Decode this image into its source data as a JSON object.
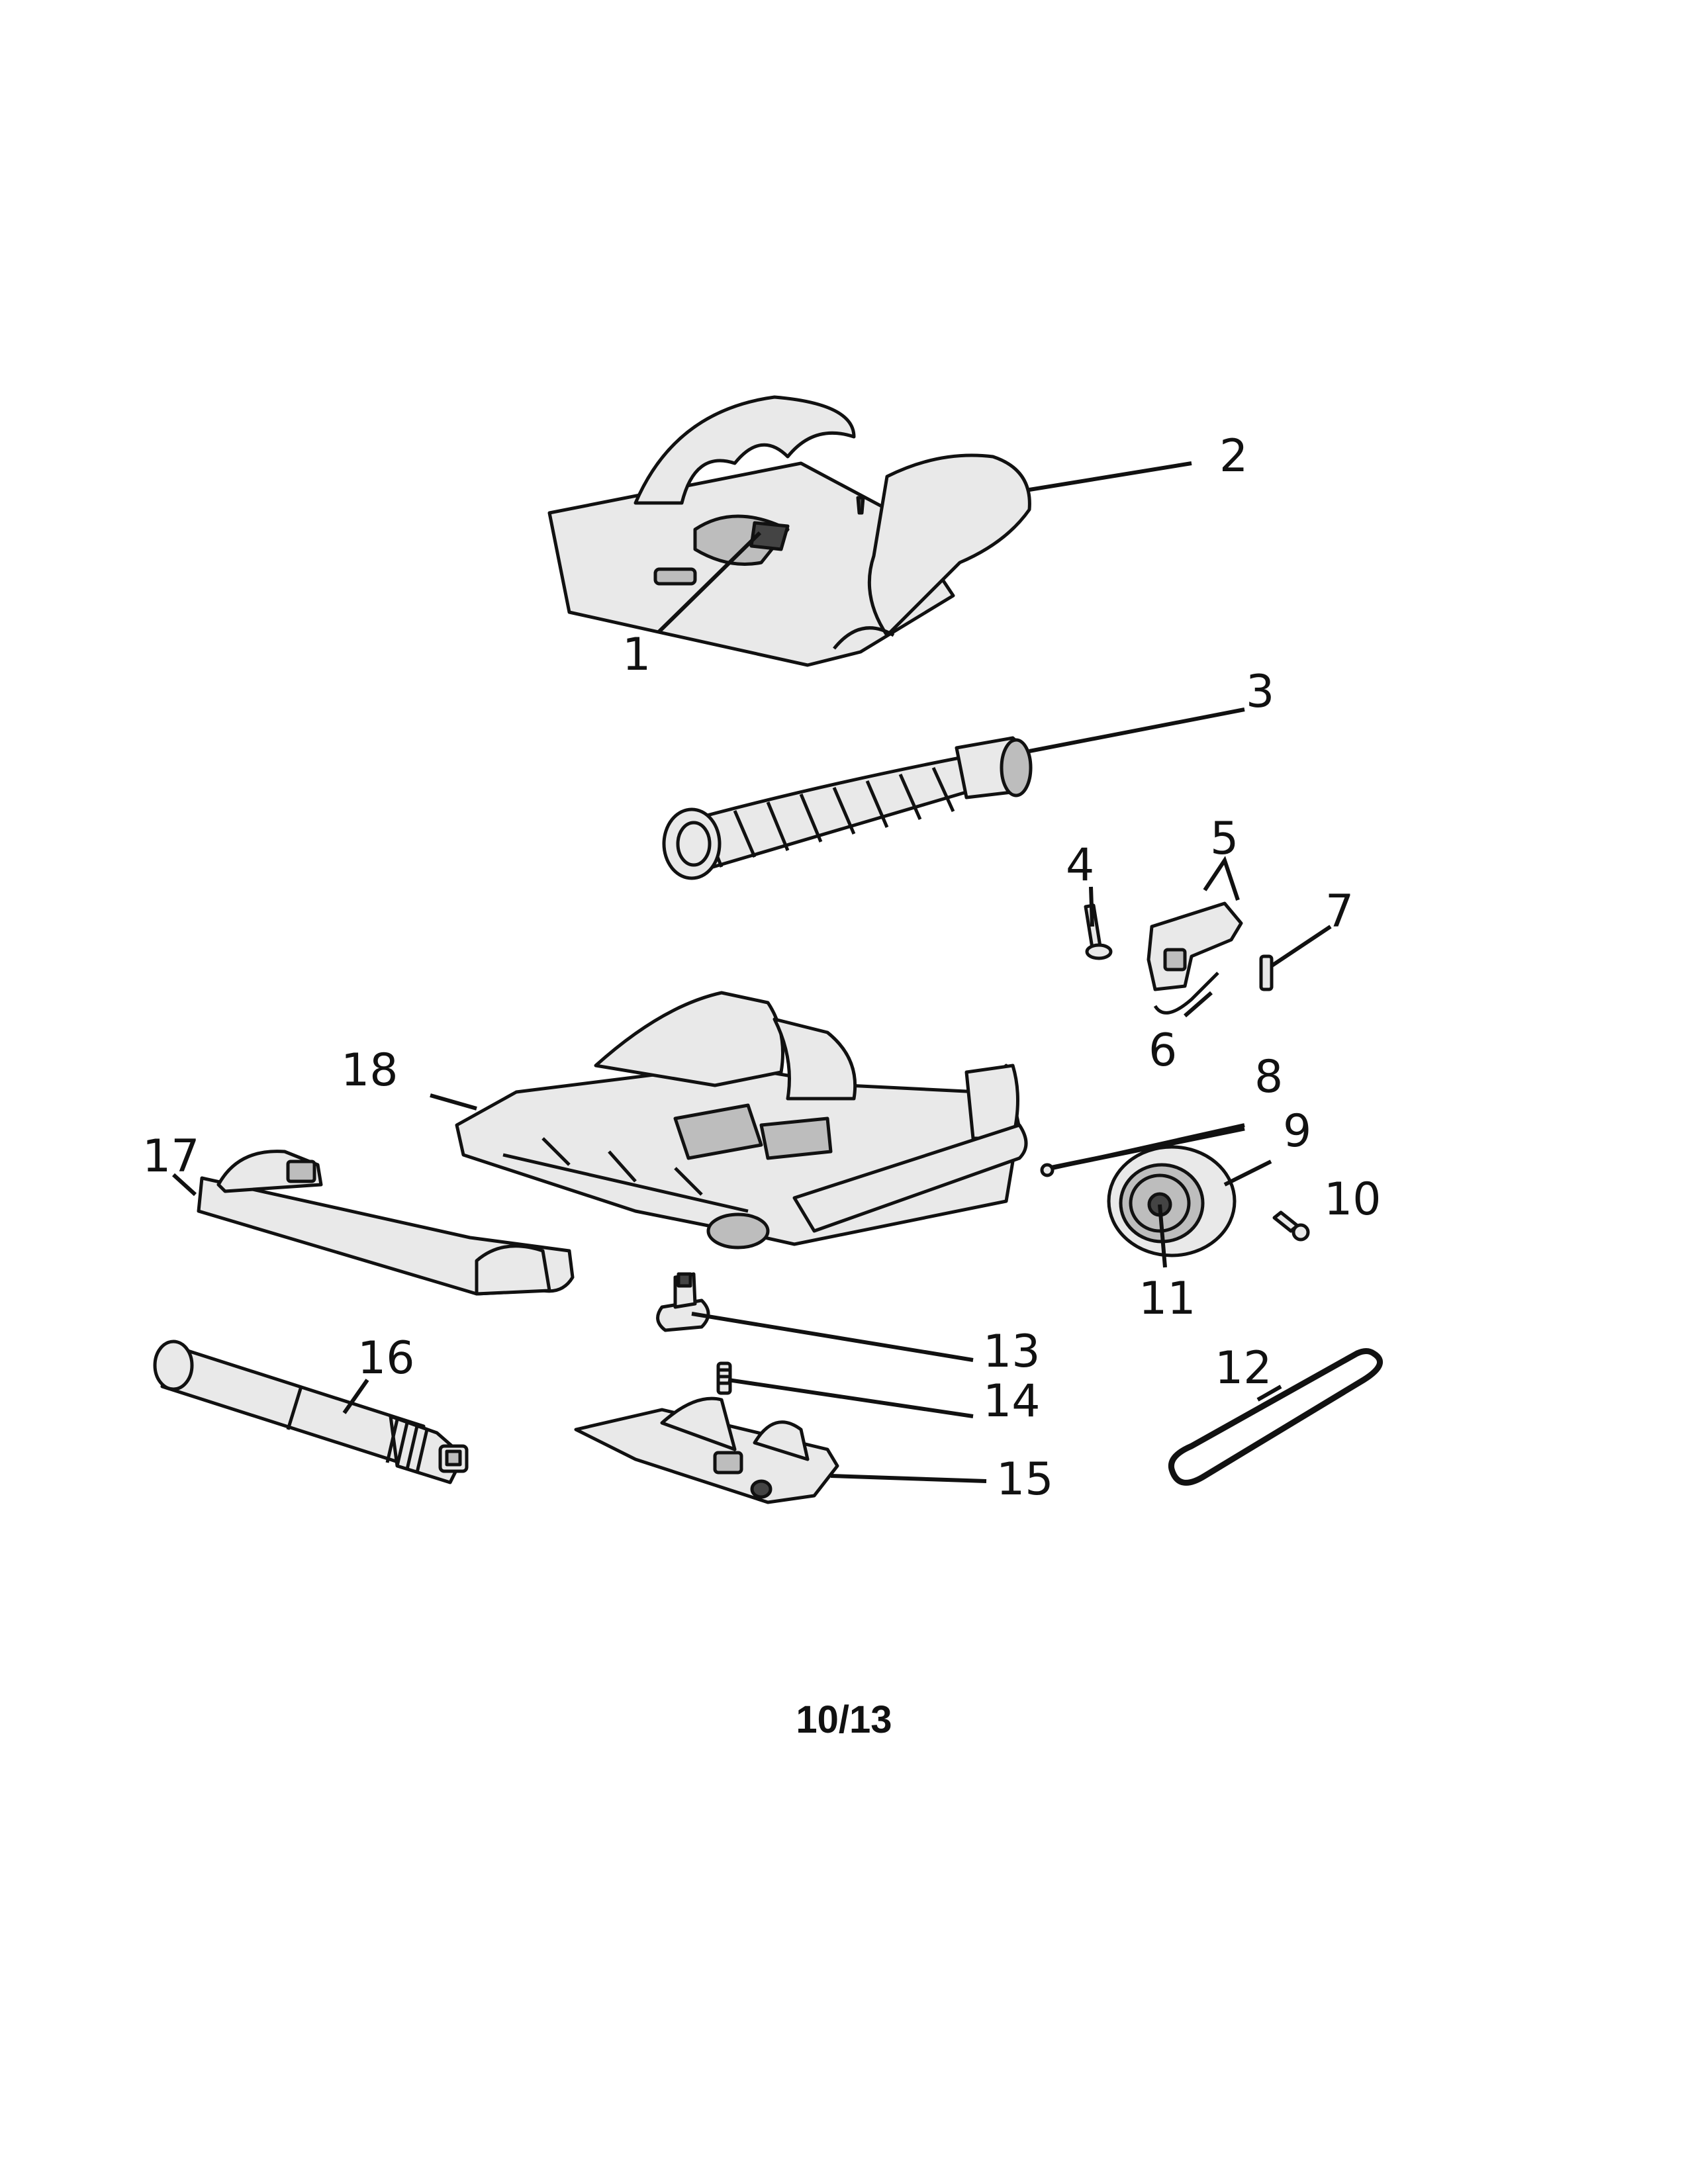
{
  "callouts": [
    "1",
    "2",
    "3",
    "4",
    "5",
    "6",
    "7",
    "8",
    "9",
    "10",
    "11",
    "12",
    "13",
    "14",
    "15",
    "16",
    "17",
    "18"
  ],
  "page_number": "10/13"
}
